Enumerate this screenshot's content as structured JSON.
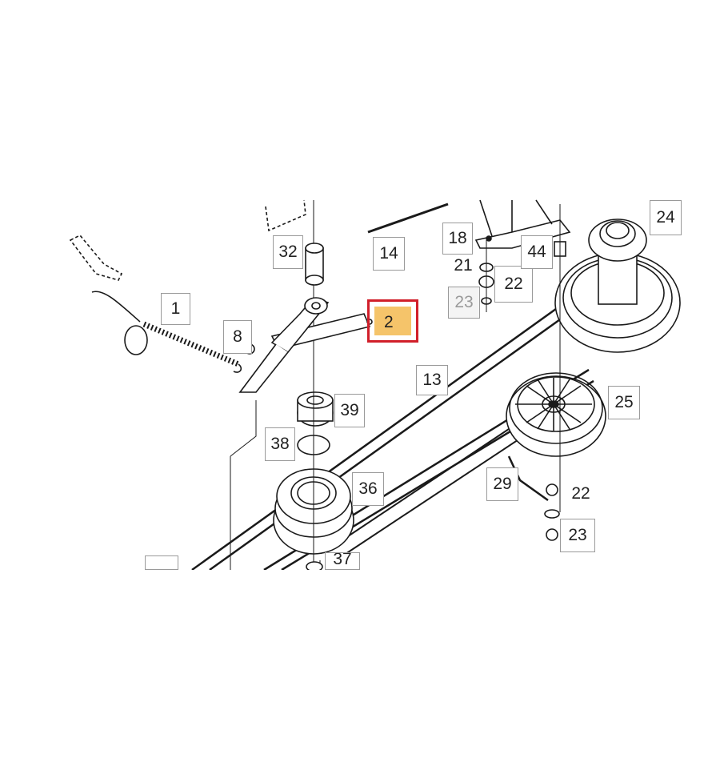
{
  "colors": {
    "line": "#1a1a1a",
    "callout_border": "#9a9a9a",
    "highlight_border": "#d11f2a",
    "highlight_fill": "#f5c46a"
  },
  "highlighted_part": "2",
  "callouts": {
    "c1": "1",
    "c2": "2",
    "c8": "8",
    "c13": "13",
    "c14": "14",
    "c18": "18",
    "c21": "21",
    "c22a": "22",
    "c22b": "22",
    "c23a": "23",
    "c23b": "23",
    "c24": "24",
    "c25": "25",
    "c29": "29",
    "c32": "32",
    "c36": "36",
    "c37": "37",
    "c38": "38",
    "c39": "39",
    "c44": "44"
  }
}
